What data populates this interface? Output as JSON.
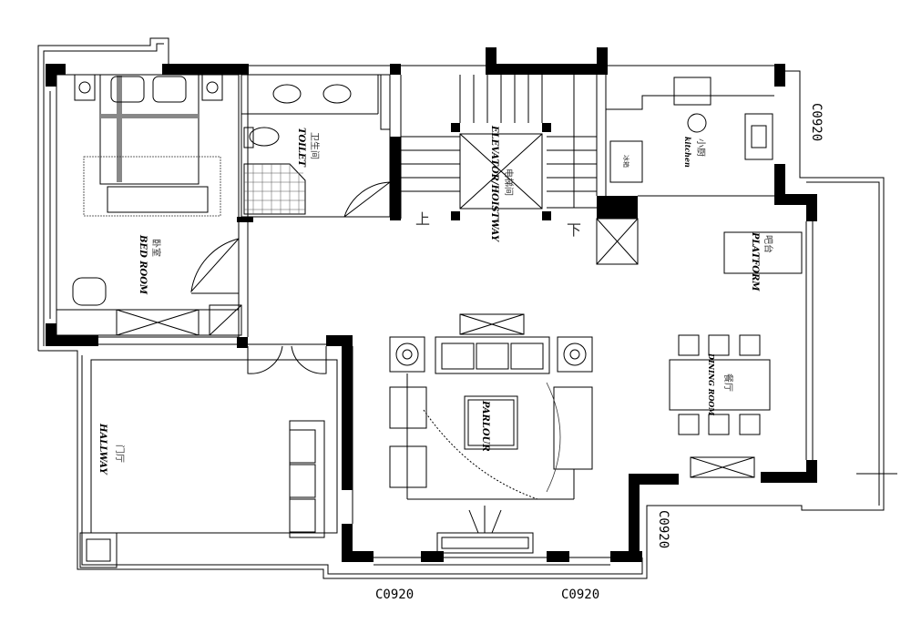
{
  "rooms": {
    "bedroom": {
      "cn": "卧室",
      "en": "BED ROOM"
    },
    "toilet": {
      "cn": "卫生间",
      "en": "TOILET"
    },
    "elevator": {
      "cn": "电梯间",
      "en": "ELEVATOR/HOISTWAY"
    },
    "kitchen": {
      "cn": "小厨",
      "en": "kitchen"
    },
    "platform": {
      "cn": "吧台",
      "en": "PLATFORM"
    },
    "dining": {
      "cn": "餐厅",
      "en": "DINING ROOM"
    },
    "parlour": {
      "en": "PARLOUR"
    },
    "hallway": {
      "cn": "门厅",
      "en": "HALLWAY"
    },
    "fridge": {
      "cn": "冰箱"
    }
  },
  "stairs": {
    "up": "上",
    "down": "下"
  },
  "window_codes": [
    "C0920",
    "C0920",
    "C0920",
    "C0920"
  ]
}
